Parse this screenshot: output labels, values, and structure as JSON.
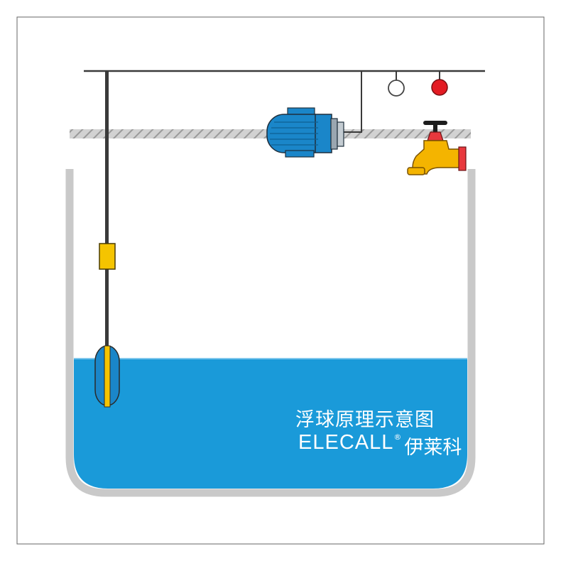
{
  "caption": {
    "title": "浮球原理示意图",
    "brand_en": "ELECALL",
    "brand_mark": "®",
    "brand_cn": "伊莱科"
  },
  "colors": {
    "water": "#1a9ad9",
    "tank_wall": "#c9c9c9",
    "wire": "#3a3a3a",
    "float_switch": "#f5c400",
    "motor": "#1a86c9",
    "faucet": "#f4b400",
    "faucet_flange": "#e8383d",
    "indicator_off": "#ffffff",
    "indicator_on": "#e31b23"
  },
  "components": {
    "float_rod": "float-rod",
    "upper_float": "upper-float-switch",
    "lower_float": "lower-float-ball",
    "pump_motor": "pump-motor",
    "water_faucet": "water-faucet",
    "indicator_white": "indicator-lamp-off",
    "indicator_red": "indicator-lamp-on"
  }
}
